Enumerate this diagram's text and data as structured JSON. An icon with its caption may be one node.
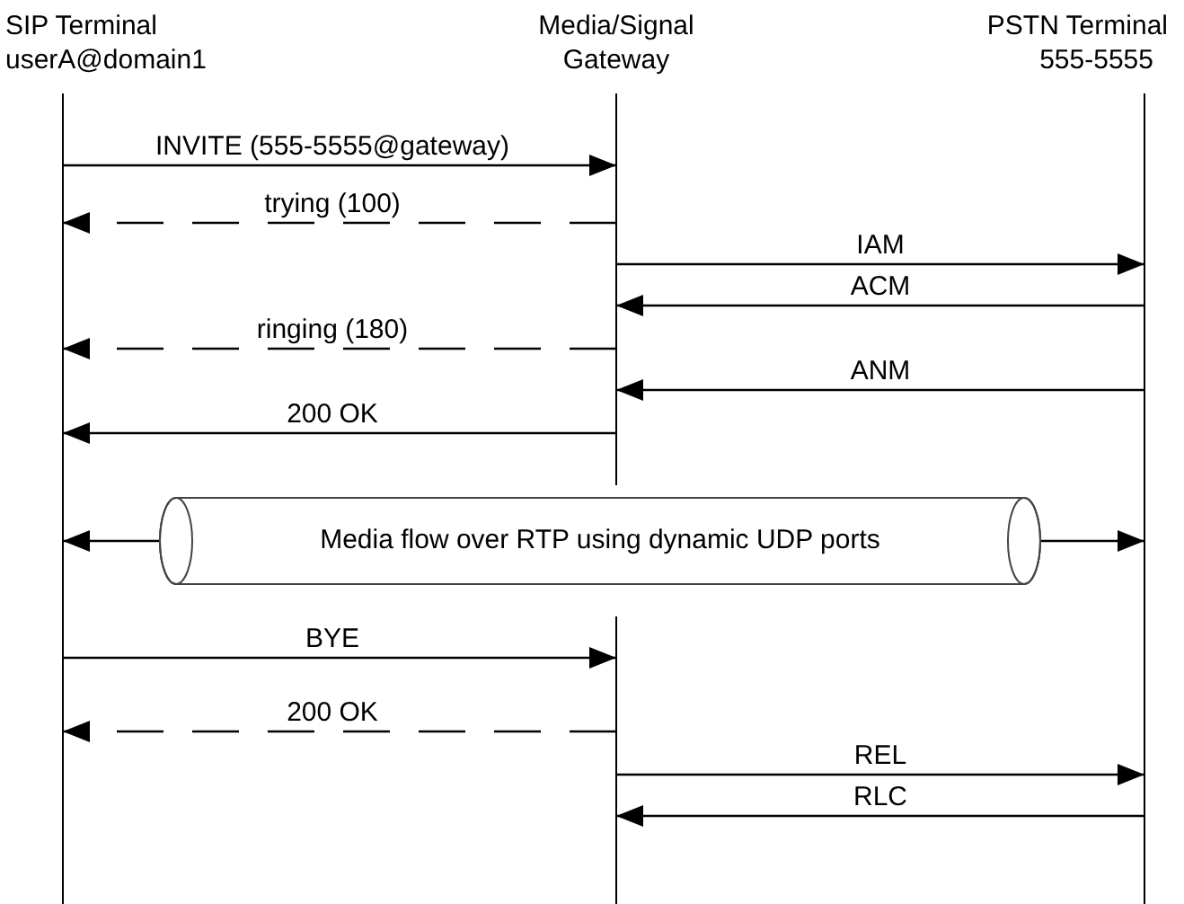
{
  "diagram": {
    "nodes": [
      {
        "text": [
          "SIP Terminal",
          "userA@domain1"
        ]
      },
      {
        "text": [
          "Media/Signal Gateway"
        ]
      },
      {
        "text": [
          "PSTN Terminal",
          "555-5555"
        ]
      },
      {
        "text": [
          "Media flow over RTP using dynamic UDP ports"
        ]
      }
    ],
    "edges": [
      {
        "from": 0,
        "to": 1,
        "arrow": "to",
        "label": "INVITE (555-5555@gateway)"
      },
      {
        "from": 1,
        "to": 0,
        "arrow": "to",
        "label": "trying (100)",
        "style": "dashed"
      },
      {
        "from": 1,
        "to": 2,
        "arrow": "to",
        "label": "IAM"
      },
      {
        "from": 2,
        "to": 1,
        "arrow": "to",
        "label": "ACM"
      },
      {
        "from": 1,
        "to": 0,
        "arrow": "to",
        "label": "ringing (180)",
        "style": "dashed"
      },
      {
        "from": 2,
        "to": 1,
        "arrow": "to",
        "label": "ANM"
      },
      {
        "from": 1,
        "to": 0,
        "arrow": "to",
        "label": "200 OK"
      },
      {
        "from": 3,
        "to": 0,
        "arrow": "to"
      },
      {
        "from": 3,
        "to": 2,
        "arrow": "to"
      },
      {
        "from": 0,
        "to": 1,
        "arrow": "to",
        "label": "BYE"
      },
      {
        "from": 1,
        "to": 0,
        "arrow": "to",
        "label": "200 OK",
        "style": "dashed"
      },
      {
        "from": 1,
        "to": 2,
        "arrow": "to",
        "label": "REL"
      },
      {
        "from": 2,
        "to": 1,
        "arrow": "to",
        "label": "RLC"
      }
    ]
  }
}
